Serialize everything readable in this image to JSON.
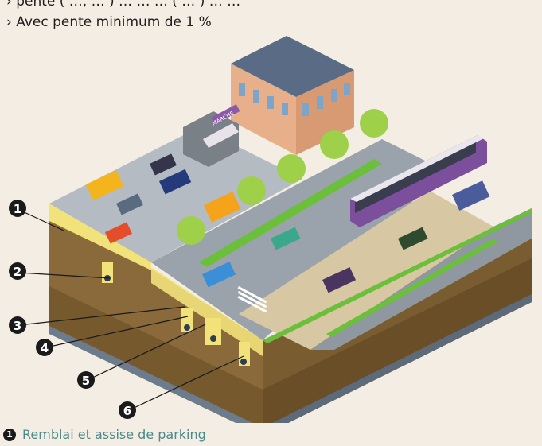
{
  "intro_lines": [
    "› pente ( …, … ) … … … ( … ) … …",
    "› Avec pente minimum de 1 %"
  ],
  "shop_sign": "MARCHE",
  "markers": [
    "1",
    "2",
    "3",
    "4",
    "5",
    "6"
  ],
  "legend": {
    "number": "1",
    "text": "Remblai et assise de parking"
  },
  "colors": {
    "background": "#f4ede4",
    "soil": "#8a6a3a",
    "soil_dark": "#6b4f27",
    "fill_layer": "#f1e27a",
    "asphalt": "#9aa3ab",
    "tram": "#7b4f9c",
    "grass": "#6bbf3a",
    "pavement": "#d8c7a3",
    "building": "#e8b08a",
    "legend_text": "#4c8a8a"
  }
}
